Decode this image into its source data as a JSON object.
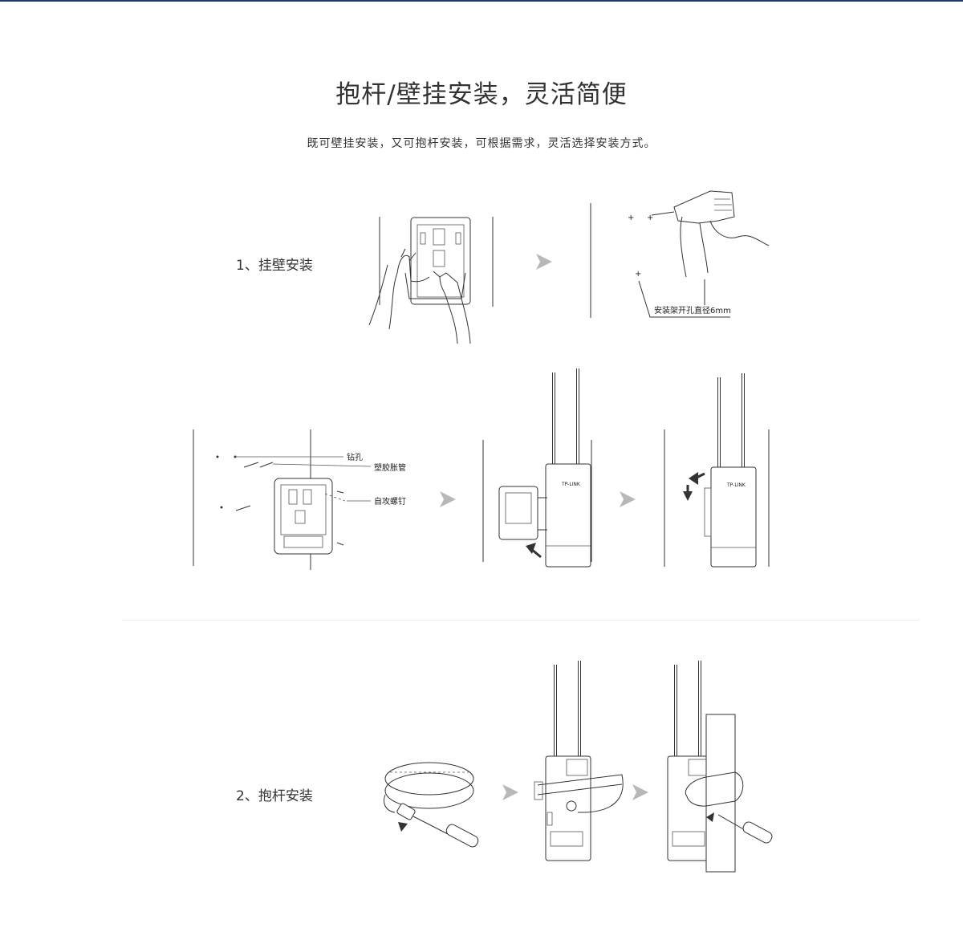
{
  "page": {
    "title": "抱杆/壁挂安装，灵活简便",
    "subtitle": "既可壁挂安装，又可抱杆安装，可根据需求，灵活选择安装方式。"
  },
  "steps": [
    {
      "label": "1、挂壁安装"
    },
    {
      "label": "2、抱杆安装"
    }
  ],
  "callouts": {
    "drill_hole_size": "安装架开孔直径6mm",
    "drill_hole": "钻孔",
    "plastic_anchor": "塑胶胀管",
    "self_tapping_screw": "自攻螺钉"
  },
  "device": {
    "brand": "TP-LINK"
  },
  "colors": {
    "topbar": "#1f3a5a",
    "arrow": "#b8b8b8",
    "stroke": "#333333"
  }
}
